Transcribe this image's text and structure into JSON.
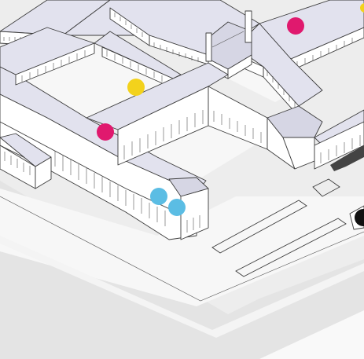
{
  "colors": {
    "background": "#ededed",
    "ground_light": "#f7f7f7",
    "ground_mid": "#e4e4e4",
    "roof": "#e2e2ee",
    "outline": "#3c3c3c",
    "marker_magenta": "#e0196e",
    "marker_yellow": "#f3d21c",
    "marker_cyan": "#5bbde4",
    "marker_black": "#111111"
  },
  "markers": [
    {
      "name": "marker-magenta-top",
      "color": "magenta"
    },
    {
      "name": "marker-yellow-courtyard",
      "color": "yellow"
    },
    {
      "name": "marker-magenta-center",
      "color": "magenta"
    },
    {
      "name": "marker-cyan-left",
      "color": "cyan"
    },
    {
      "name": "marker-cyan-right",
      "color": "cyan"
    },
    {
      "name": "marker-black-right",
      "color": "black"
    },
    {
      "name": "marker-yellow-edge",
      "color": "yellow"
    }
  ]
}
